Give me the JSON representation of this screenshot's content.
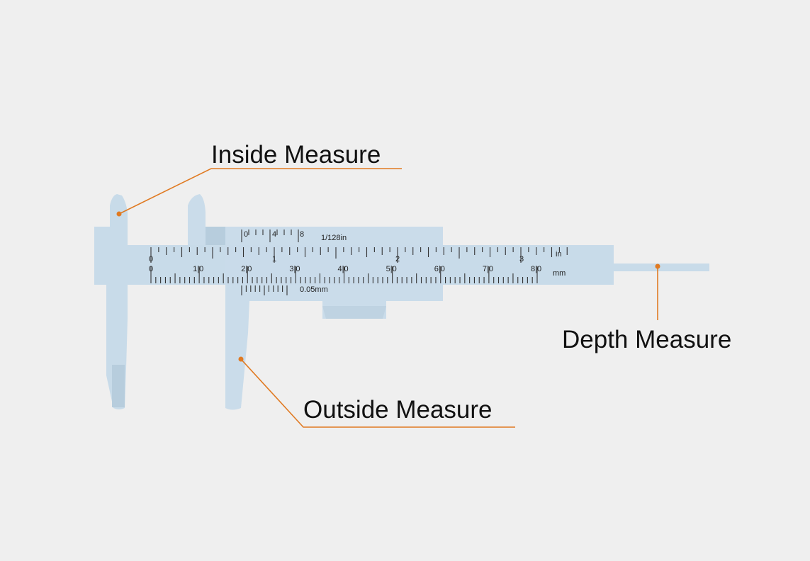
{
  "labels": {
    "inside": "Inside Measure",
    "outside": "Outside Measure",
    "depth": "Depth Measure"
  },
  "scales": {
    "inch_unit": "in",
    "mm_unit": "mm",
    "inch_numbers": [
      "0",
      "1",
      "2",
      "3"
    ],
    "mm_numbers": [
      "0",
      "1|0",
      "2|0",
      "3|0",
      "4|0",
      "5|0",
      "6|0",
      "7|0",
      "8|0"
    ],
    "vernier_inch_numbers": [
      "0",
      "4",
      "8"
    ],
    "vernier_inch_resolution": "1/128in",
    "vernier_mm_resolution": "0.05mm"
  },
  "colors": {
    "background": "#efefef",
    "caliper": "#c8dbe9",
    "leader": "#e07a22"
  }
}
